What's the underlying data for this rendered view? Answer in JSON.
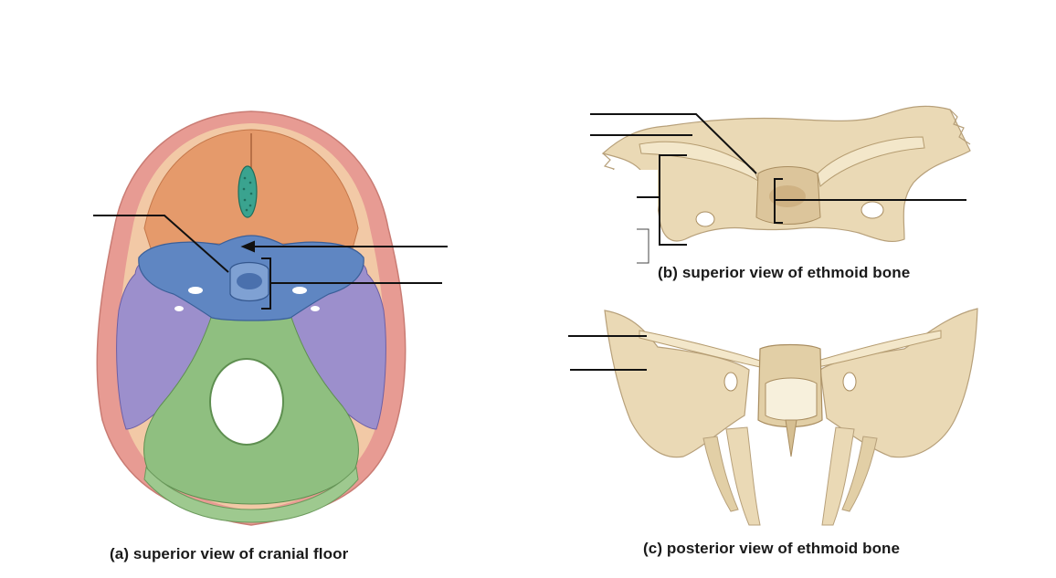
{
  "figures": [
    {
      "id": "a",
      "caption": "(a) superior view of cranial floor"
    },
    {
      "id": "b",
      "caption": "(b) superior view of ethmoid bone"
    },
    {
      "id": "c",
      "caption": "(c) posterior view of ethmoid bone"
    }
  ],
  "colors": {
    "frontal": "#e59a6b",
    "sphenoid": "#5f86c2",
    "temporal": "#9c8fcc",
    "occipital": "#8fbf80",
    "parietal_rim": "#e79b93",
    "ethmoid_plate": "#3aa38f",
    "bone": "#ead9b5",
    "bone_shadow": "#c9b48c",
    "leader_line": "#111111"
  }
}
